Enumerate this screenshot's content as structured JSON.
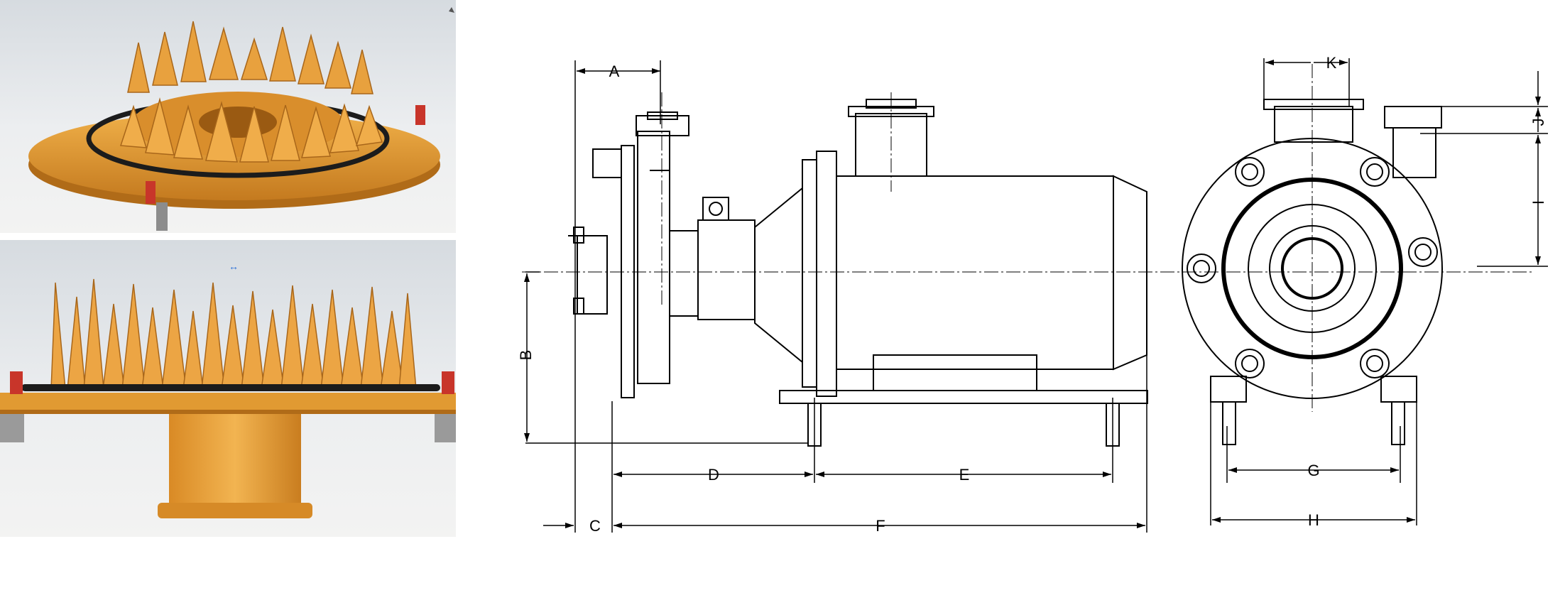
{
  "photos": {
    "top_alt": "",
    "bottom_alt": ""
  },
  "colors": {
    "part_orange": "#e09a32",
    "part_orange_dark": "#b8731c",
    "oring_black": "#1c1c1c",
    "peg_red": "#c8352a",
    "line": "#000000"
  },
  "dimensions": {
    "A": "A",
    "B": "B",
    "C": "C",
    "D": "D",
    "E": "E",
    "F": "F",
    "G": "G",
    "H": "H",
    "I": "I",
    "J": "J",
    "K": "K"
  }
}
